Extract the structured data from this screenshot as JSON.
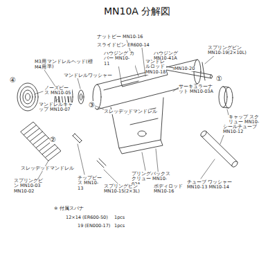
{
  "diagram": {
    "title": "MN10A 分解図",
    "labels": [
      "M3用",
      "M4用",
      "マンドレルヘッド(標準)",
      "マンドレルワッシャー",
      "④",
      "ノーズピース MN10-05",
      "マンドレルキャップ MN10-07",
      "③",
      "スレッデッドマンドレル",
      "ナットビー MN10-16",
      "スライドピン ER600-14",
      "ハウジング カバー MN10-11",
      "ハウジング MN10-41A",
      "スプリングピン MN10-19(2×10L)",
      "MN10-20",
      "マンドレルロッド MN10-18",
      "サーキュラーナット MN10-03A",
      "①",
      "キャップ スクリュー MN10-17",
      "シールチューブ MN10-12",
      "チューブ ワッシャー MN10-13 MN10-14",
      "プリングバックスクリュー MN10-02A",
      "スプリングピン MN10-15(2×3L)",
      "チップピース MN10-13",
      "ボディロッド MN10-16",
      "スプリングピン MN10-03 MN10-02",
      "②",
      "スレッデッドマンドレル",
      "※ 付属スパナ",
      "12×14 (ER600-50)",
      "1pcs",
      "19 (EN000-17)",
      "1pcs"
    ]
  }
}
